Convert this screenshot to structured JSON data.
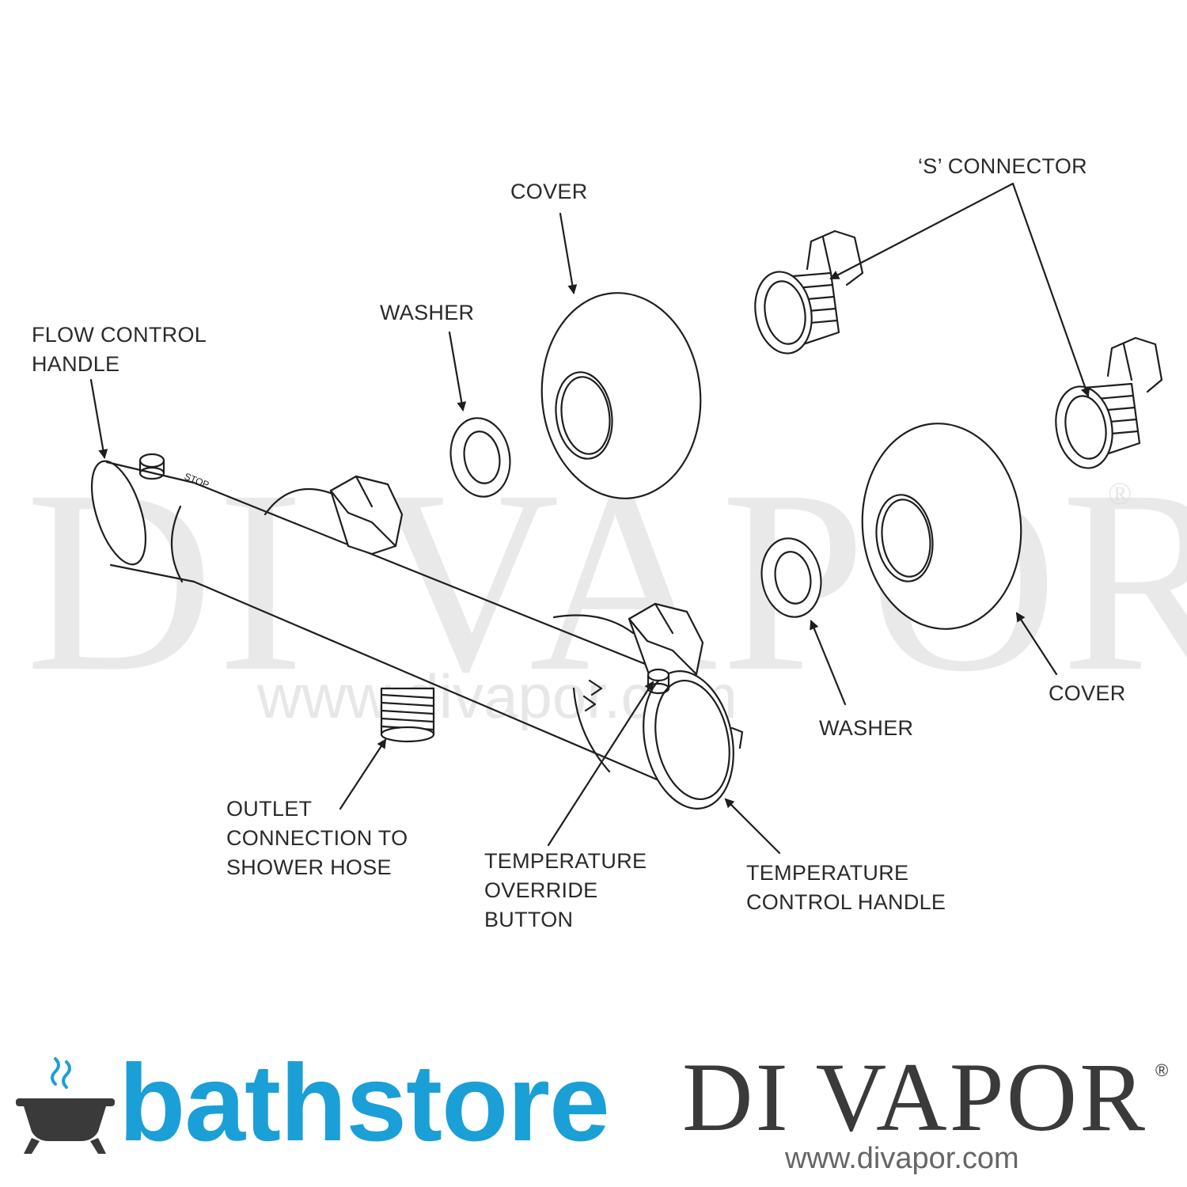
{
  "labels": {
    "s_connector": "‘S’ CONNECTOR",
    "cover_top": "COVER",
    "washer_top": "WASHER",
    "flow_control": [
      "FLOW CONTROL",
      "HANDLE"
    ],
    "outlet": [
      "OUTLET",
      "CONNECTION TO",
      "SHOWER HOSE"
    ],
    "temp_override": [
      "TEMPERATURE",
      "OVERRIDE",
      "BUTTON"
    ],
    "temp_control": [
      "TEMPERATURE",
      "CONTROL HANDLE"
    ],
    "washer_right": "WASHER",
    "cover_right": "COVER"
  },
  "body_markings": {
    "stop": "STOP"
  },
  "watermark": {
    "brand": "DI VAPOR",
    "registered": "®",
    "url": "www.divapor.com"
  },
  "footer": {
    "bathstore_logo": "bathstore",
    "divapor_logo": "DI VAPOR",
    "divapor_registered": "®",
    "divapor_url": "www.divapor.com"
  },
  "colors": {
    "line": "#1e1e1e",
    "bathstore_blue": "#1a9fd6",
    "watermark_gray": "#d8d8d8",
    "divapor_text": "#3a3a3a"
  }
}
